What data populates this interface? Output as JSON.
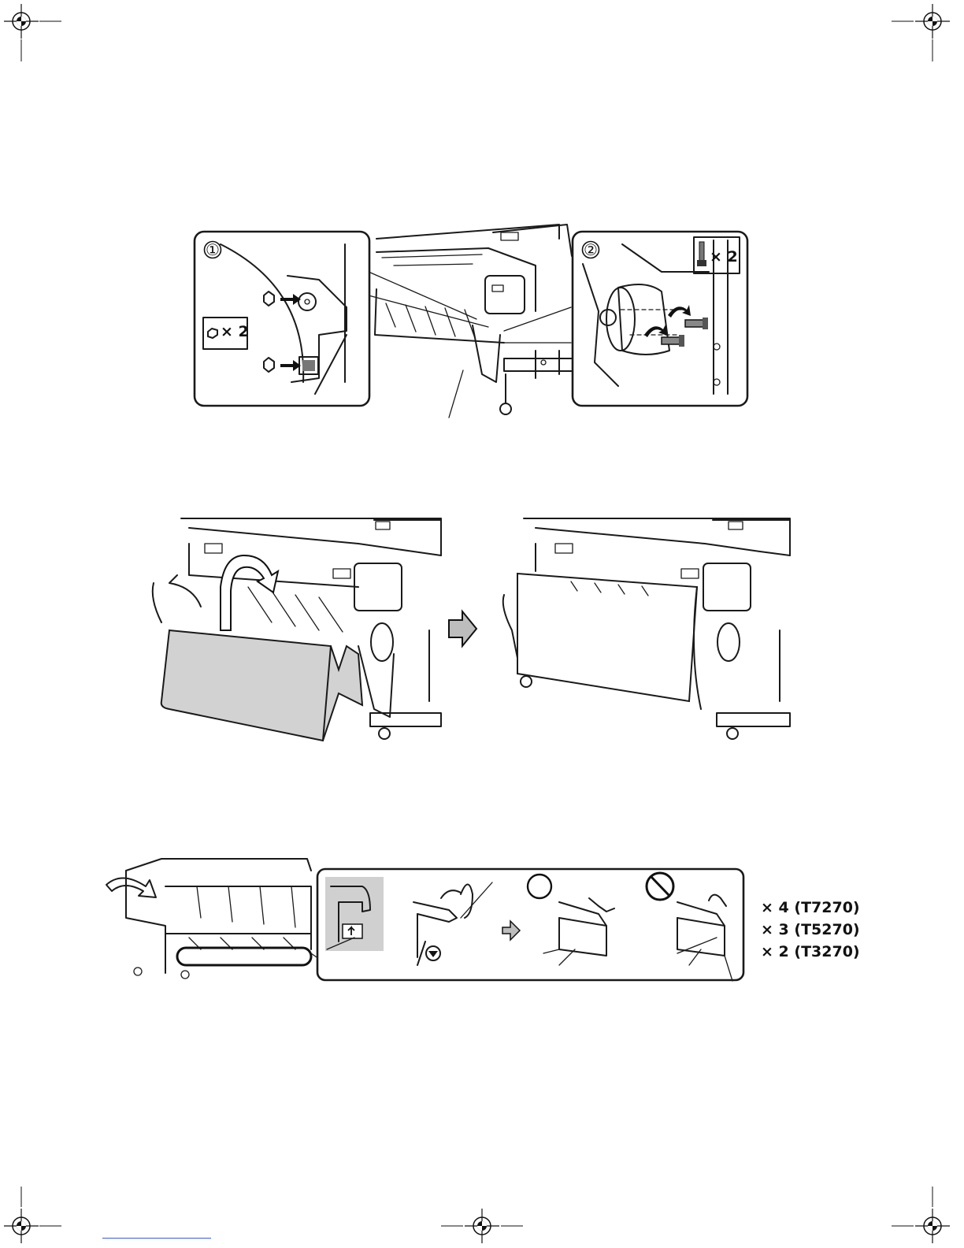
{
  "figure1": {
    "step1_label": "①",
    "step2_label": "②",
    "nut_count": "× 2",
    "screw_count": "× 2"
  },
  "figure3": {
    "quantities": [
      {
        "count": "× 4",
        "model": "(T7270)"
      },
      {
        "count": "× 3",
        "model": "(T5270)"
      },
      {
        "count": "× 2",
        "model": "(T3270)"
      }
    ]
  },
  "icons": [
    "registration-mark-icon",
    "hex-nut-icon",
    "screw-icon",
    "arrow-right-icon",
    "ok-circle-icon",
    "prohibited-icon"
  ]
}
